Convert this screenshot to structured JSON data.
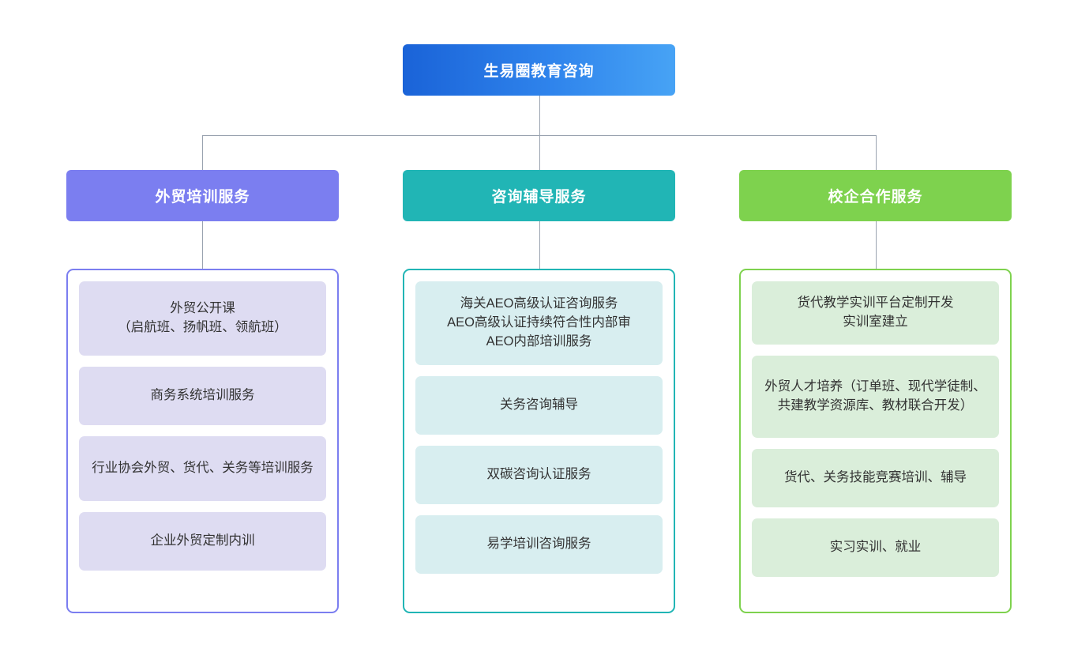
{
  "diagram": {
    "type": "organizational-tree",
    "root": {
      "label": "生易圈教育咨询",
      "gradient_from": "#1a63d8",
      "gradient_to": "#47a3f5"
    },
    "connector_color": "#9aa3b0",
    "branches": [
      {
        "id": "branch-foreign-trade-training",
        "header": "外贸培训服务",
        "header_color": "#7b7ef0",
        "panel_border_color": "#7b7ef0",
        "leaf_fill": "#dedcf2",
        "items": [
          {
            "lines": [
              "外贸公开课",
              "（启航班、扬帆班、领航班）"
            ]
          },
          {
            "lines": [
              "商务系统培训服务"
            ]
          },
          {
            "lines": [
              "行业协会外贸、货代、关务等培训服务"
            ]
          },
          {
            "lines": [
              "企业外贸定制内训"
            ]
          }
        ]
      },
      {
        "id": "branch-consulting-tutoring",
        "header": "咨询辅导服务",
        "header_color": "#21b5b5",
        "panel_border_color": "#21b5b5",
        "leaf_fill": "#d8eef0",
        "items": [
          {
            "lines": [
              "海关AEO高级认证咨询服务",
              "AEO高级认证持续符合性内部审",
              "AEO内部培训服务"
            ]
          },
          {
            "lines": [
              "关务咨询辅导"
            ]
          },
          {
            "lines": [
              "双碳咨询认证服务"
            ]
          },
          {
            "lines": [
              "易学培训咨询服务"
            ]
          }
        ]
      },
      {
        "id": "branch-school-enterprise",
        "header": "校企合作服务",
        "header_color": "#7ed24e",
        "panel_border_color": "#7ed24e",
        "leaf_fill": "#daeeda",
        "items": [
          {
            "lines": [
              "货代教学实训平台定制开发",
              "实训室建立"
            ]
          },
          {
            "lines": [
              "外贸人才培养（订单班、现代学徒制、共建教学资源库、教材联合开发）"
            ]
          },
          {
            "lines": [
              "货代、关务技能竞赛培训、辅导"
            ]
          },
          {
            "lines": [
              "实习实训、就业"
            ]
          }
        ]
      }
    ]
  }
}
